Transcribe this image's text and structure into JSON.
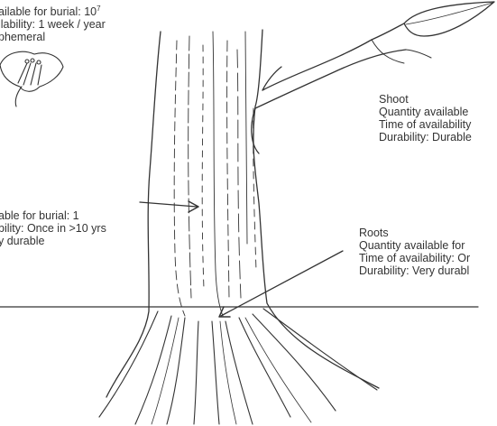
{
  "flower": {
    "line1": "ailable for burial: 10",
    "line1_sup": "7",
    "line2": "ilability: 1 week / year",
    "line3": "phemeral"
  },
  "trunk": {
    "line1": "able for burial: 1",
    "line2": "bility: Once in >10 yrs",
    "line3": "y durable"
  },
  "shoot": {
    "title": "Shoot",
    "line1": "Quantity available",
    "line2": "Time of availability",
    "line3": "Durability: Durable"
  },
  "roots": {
    "title": "Roots",
    "line1": "Quantity available for",
    "line2": "Time of availability: Or",
    "line3": "Durability: Very durabl"
  },
  "colors": {
    "ink": "#333333",
    "background": "#ffffff"
  }
}
